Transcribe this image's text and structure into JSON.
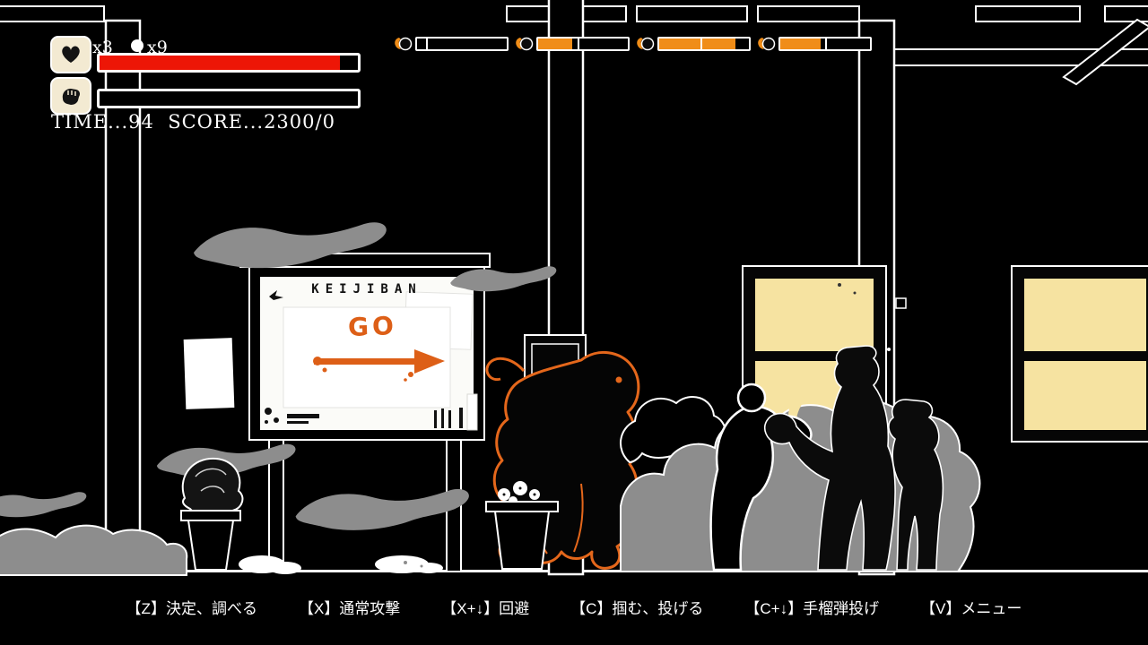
{
  "hud": {
    "lives_count": "x3",
    "ammo_count": "x9",
    "health_pct": 93,
    "special_pct": 0,
    "status_text": "TIME...94  SCORE...2300/0"
  },
  "enemy_hud": {
    "bars": [
      {
        "fill_pct": 0,
        "tick_pct": 10
      },
      {
        "fill_pct": 38,
        "tick_pct": 44
      },
      {
        "fill_pct": 85,
        "tick_pct": 46
      },
      {
        "fill_pct": 45,
        "tick_pct": 50
      }
    ]
  },
  "board": {
    "title": "KEIJIBAN",
    "graffiti": "GO"
  },
  "controls": {
    "items": [
      {
        "label": "【Z】決定、調べる"
      },
      {
        "label": "【X】通常攻撃"
      },
      {
        "label": "【X+↓】回避"
      },
      {
        "label": "【C】掴む、投げる"
      },
      {
        "label": "【C+↓】手榴弾投げ"
      },
      {
        "label": "【V】メニュー"
      }
    ]
  },
  "icons": {
    "lives": "heart-icon",
    "special": "fist-icon",
    "ammo": "ball-icon",
    "enemy": "bomb-icon"
  },
  "colors": {
    "health_red": "#ed1606",
    "enemy_orange": "#f08d18",
    "accent_orange": "#dd5f17",
    "octopus_orange": "#e4671b",
    "window_cream": "#f6e3a1",
    "smoke_gray": "#8d8d8d",
    "plate_cream": "#f3ead2",
    "background": "#000000"
  }
}
